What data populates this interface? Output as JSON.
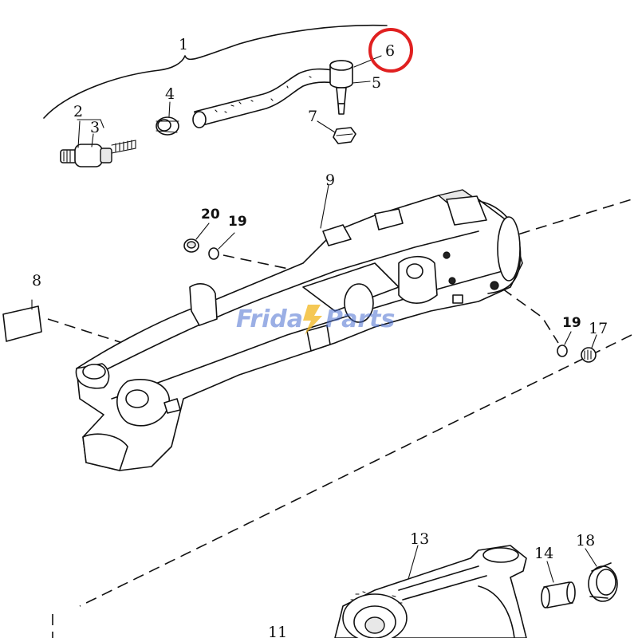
{
  "diagram": {
    "callouts": {
      "c1": "1",
      "c2": "2",
      "c3": "3",
      "c4": "4",
      "c5": "5",
      "c6": "6",
      "c7": "7",
      "c8": "8",
      "c9": "9",
      "c11": "11",
      "c13": "13",
      "c14": "14",
      "c17": "17",
      "c18": "18",
      "c19a": "19",
      "c19b": "19",
      "c20": "20"
    },
    "highlighted_callout": "6",
    "highlight_color": "#e02020",
    "watermark": {
      "brand": "Friday Parts",
      "text_before": "Frida",
      "text_after": "Parts",
      "color": "#4a6fd1",
      "mark_color": "#f2b51c"
    }
  }
}
